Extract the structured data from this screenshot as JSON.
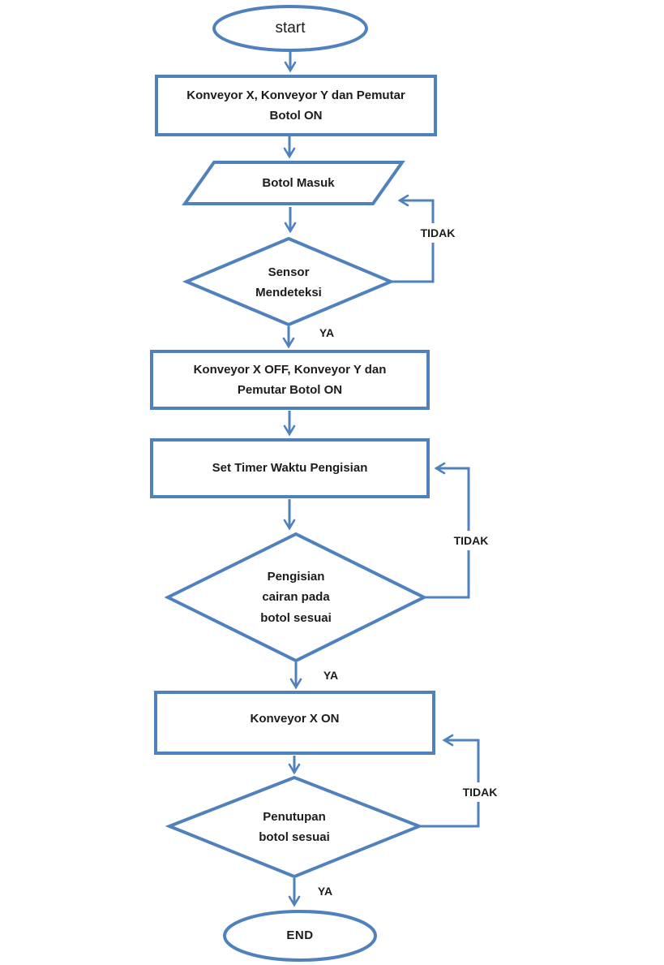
{
  "diagram": {
    "type": "flowchart",
    "accent_color": "#4f81bd",
    "text_color": "#1c1c1c",
    "nodes": {
      "start": {
        "type": "terminator",
        "label": "start"
      },
      "process1": {
        "type": "process",
        "label": "Konveyor X, Konveyor Y dan Pemutar\nBotol ON"
      },
      "io1": {
        "type": "input-output",
        "label": "Botol Masuk"
      },
      "decision1": {
        "type": "decision",
        "label": "Sensor\nMendeteksi"
      },
      "process2": {
        "type": "process",
        "label": "Konveyor X OFF, Konveyor Y dan\nPemutar Botol ON"
      },
      "process3": {
        "type": "process",
        "label": "Set Timer Waktu Pengisian"
      },
      "decision2": {
        "type": "decision",
        "label": "Pengisian\ncairan pada\nbotol sesuai"
      },
      "process4": {
        "type": "process",
        "label": "Konveyor X ON"
      },
      "decision3": {
        "type": "decision",
        "label": "Penutupan\nbotol sesuai"
      },
      "end": {
        "type": "terminator",
        "label": "END"
      }
    },
    "edges": {
      "ya1": {
        "label": "YA"
      },
      "ya2": {
        "label": "YA"
      },
      "ya3": {
        "label": "YA"
      },
      "tidak1": {
        "label": "TIDAK"
      },
      "tidak2": {
        "label": "TIDAK"
      },
      "tidak3": {
        "label": "TIDAK"
      }
    }
  }
}
